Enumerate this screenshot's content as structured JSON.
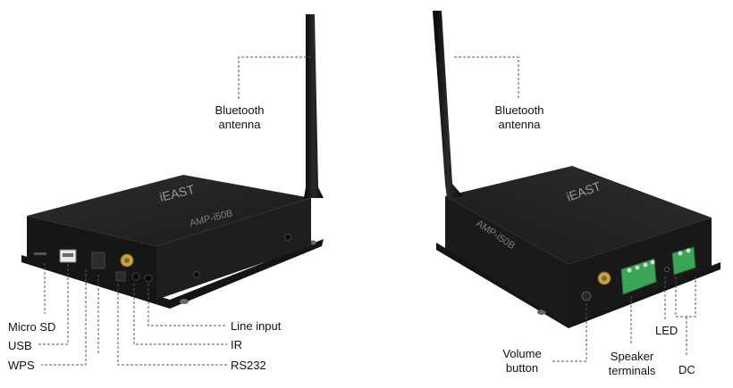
{
  "left_device": {
    "brand": "iEAST",
    "model": "AMP-i50B",
    "antenna_label": [
      "Bluetooth",
      "antenna"
    ],
    "port_labels": {
      "micro_sd": "Micro SD",
      "usb": "USB",
      "wps": "WPS",
      "line_input": "Line input",
      "ir": "IR",
      "rs232": "RS232"
    }
  },
  "right_device": {
    "brand": "iEAST",
    "model": "AMP-i50B",
    "antenna_label": [
      "Bluetooth",
      "antenna"
    ],
    "port_labels": {
      "volume_button": [
        "Volume",
        "button"
      ],
      "speaker_terminals": [
        "Speaker",
        "terminals"
      ],
      "led": "LED",
      "dc": "DC"
    }
  },
  "colors": {
    "device_body": "#1c1c1c",
    "device_top": "#262626",
    "terminal_green": "#3aa655",
    "antenna_connector": "#c9a24a",
    "leader_line": "#555555"
  }
}
